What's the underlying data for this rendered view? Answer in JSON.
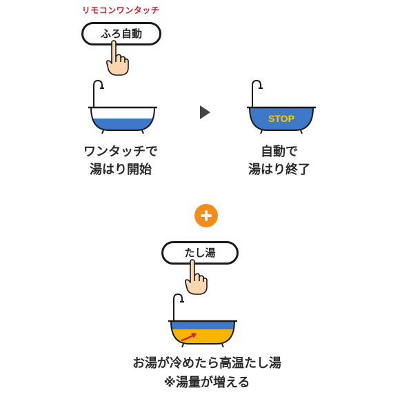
{
  "remocon_label": "リモコンワンタッチ",
  "buttons": {
    "furo_auto": "ふろ自動",
    "tashiyu": "たし湯"
  },
  "steps": [
    {
      "line1": "ワンタッチで",
      "line2": "湯はり開始"
    },
    {
      "line1": "自動で",
      "line2": "湯はり終了"
    }
  ],
  "stop_label": "STOP",
  "bottom": {
    "line1": "お湯が冷めたら高温たし湯",
    "line2": "※湯量が増える"
  },
  "colors": {
    "water_blue": "#3d78c9",
    "hot_yellow": "#f7b500",
    "accent_red": "#c8202a",
    "plus_orange": "#f28c1c",
    "outline": "#1a1a1a",
    "hand_skin": "#fbd6b2"
  }
}
